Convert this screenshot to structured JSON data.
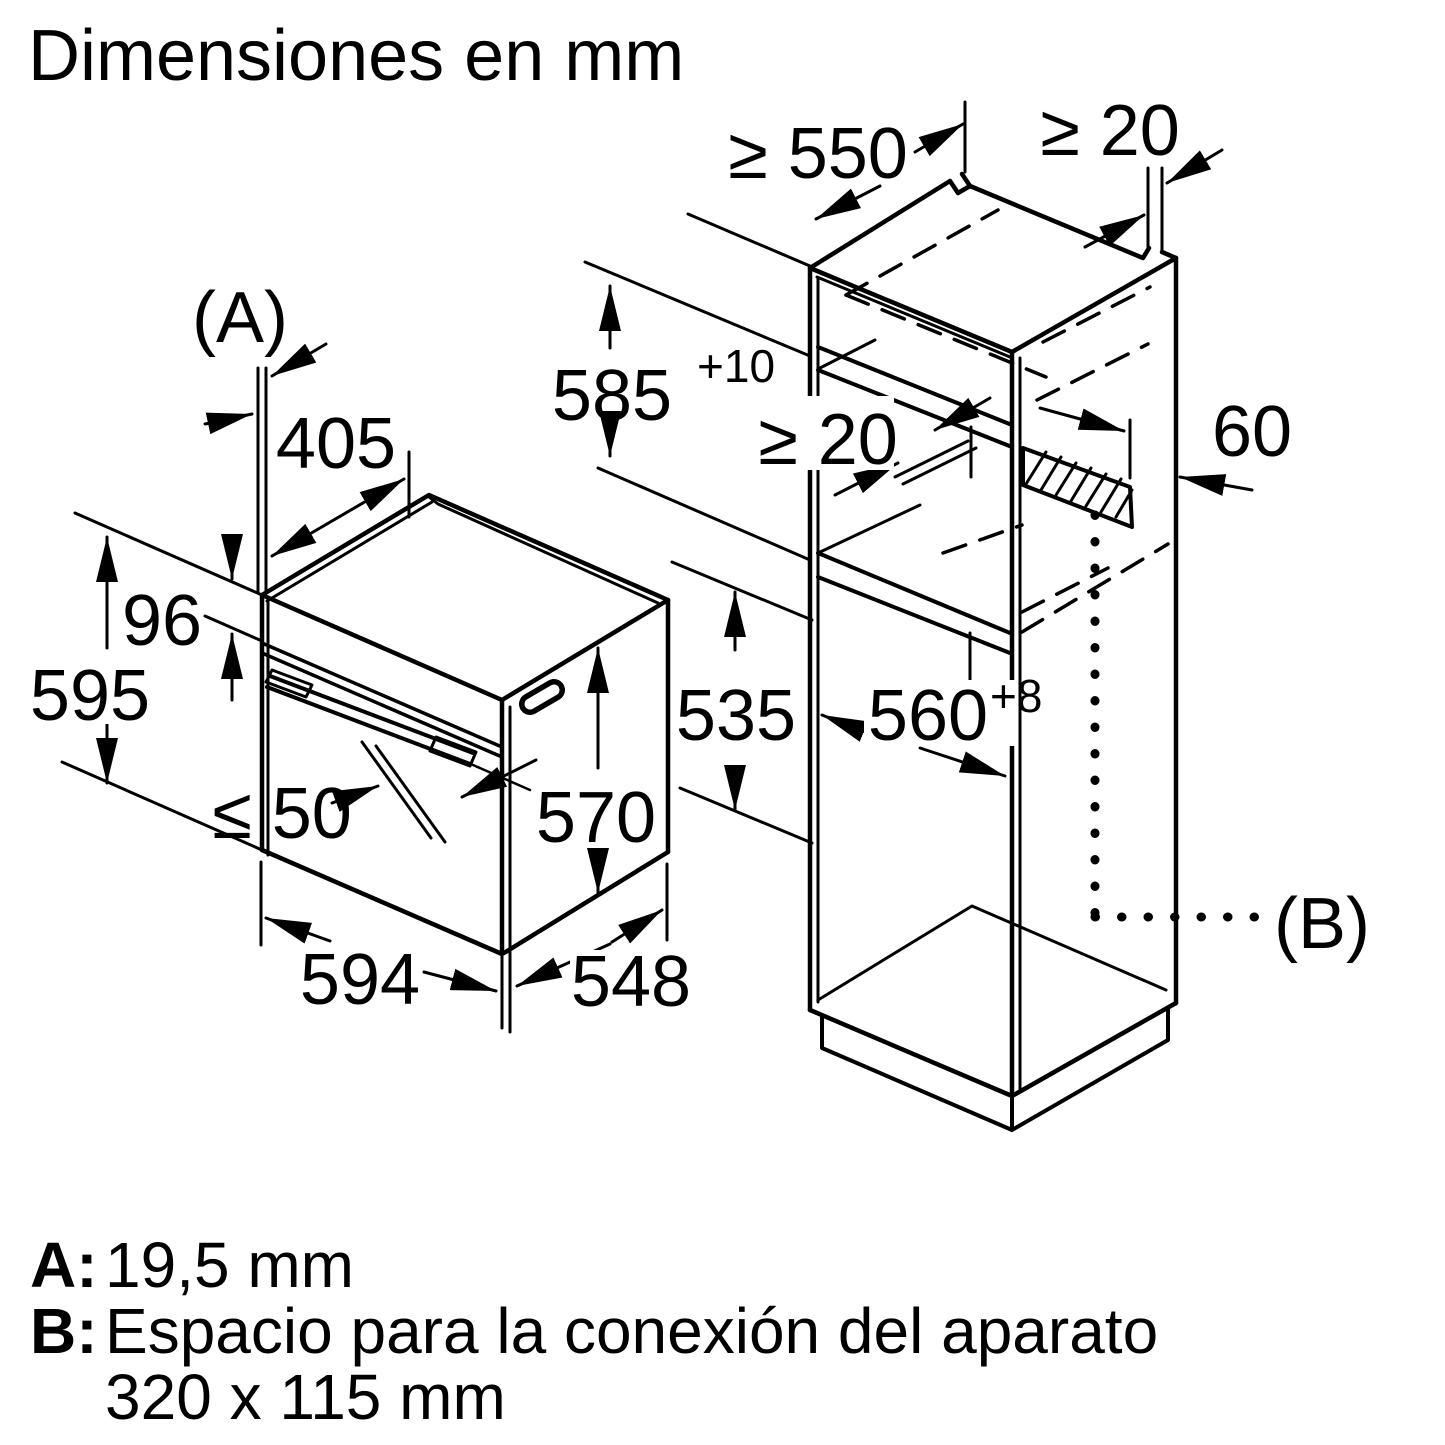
{
  "title": "Dimensiones en mm",
  "colors": {
    "ink": "#000000",
    "background": "#ffffff"
  },
  "oven": {
    "front_gap": "(A)",
    "top_depth": "405",
    "panel_height": "96",
    "height": "595",
    "handle_max": "≤ 50",
    "door_height": "570",
    "width": "594",
    "depth": "548"
  },
  "cabinet": {
    "min_depth": "≥ 550",
    "rear_gap": "≥ 20",
    "niche_height": "585",
    "niche_height_tol": "+10",
    "shelf_gap": "≥ 20",
    "vent_depth": "60",
    "lower_height": "535",
    "niche_width": "560",
    "niche_width_tol": "+8",
    "connection_point": "(B)"
  },
  "legend": {
    "a_key": "A:",
    "a_value": "19,5 mm",
    "b_key": "B:",
    "b_value": "Espacio para la conexión del aparato",
    "b_size": "320 x 115 mm"
  }
}
